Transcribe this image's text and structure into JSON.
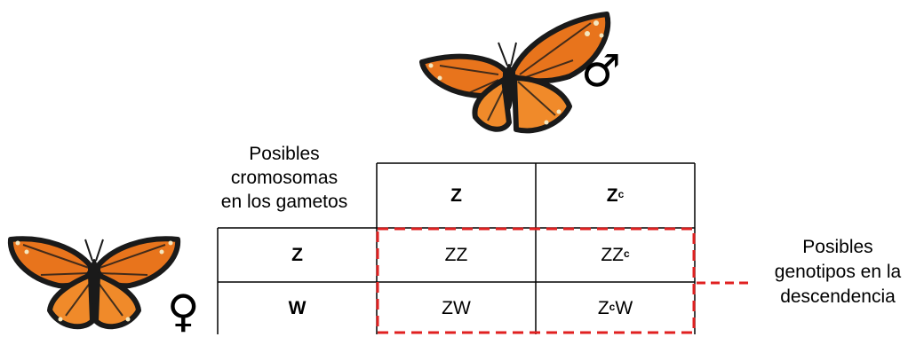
{
  "symbols": {
    "male": "♂",
    "female": "♀"
  },
  "header_label": [
    "Posibles",
    "cromosomas",
    "en los gametos"
  ],
  "columns": [
    {
      "base": "Z",
      "sup": ""
    },
    {
      "base": "Z",
      "sup": "c"
    }
  ],
  "rows": [
    {
      "label": "Z",
      "cells": [
        {
          "pre": "ZZ",
          "sup": "",
          "post": ""
        },
        {
          "pre": "ZZ",
          "sup": "c",
          "post": ""
        }
      ]
    },
    {
      "label": "W",
      "cells": [
        {
          "pre": "ZW",
          "sup": "",
          "post": ""
        },
        {
          "pre": "Z",
          "sup": "c",
          "post": "W"
        }
      ]
    }
  ],
  "side_label": [
    "Posibles",
    "genotipos en la",
    "descendencia"
  ],
  "colors": {
    "wing_orange": "#e8741c",
    "wing_border": "#1a1a1a",
    "highlight_dashed": "#e02020"
  }
}
